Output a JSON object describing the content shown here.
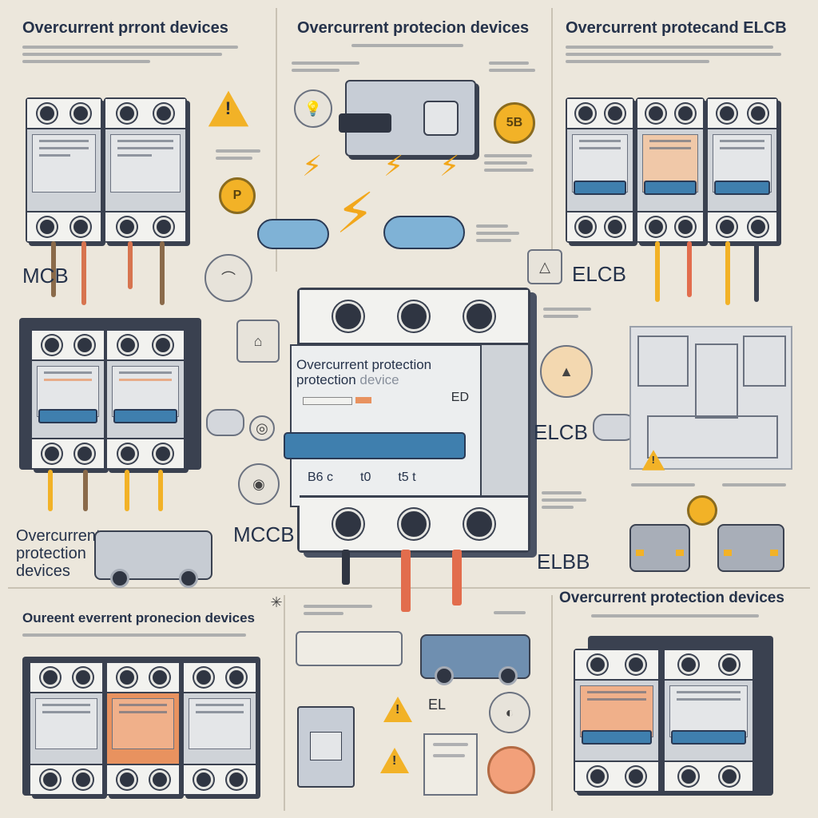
{
  "titles": {
    "top_left": "Overcurrent prront devices",
    "top_center": "Overcurrent protecion devices",
    "top_right": "Overcurrent protecand ELCB",
    "bottom_left": "Oureent everrent pronecion devices",
    "bottom_right": "Overcurrent protection devices",
    "left_panel": "Overcurrent protection devices"
  },
  "labels": {
    "mcb": "MCB",
    "mccb": "MCCB",
    "elcb_top": "ELCB",
    "elcb_mid": "ELCB",
    "elbb": "ELBB",
    "el": "EL"
  },
  "main_breaker": {
    "face_text": "Overcurrent protection protection",
    "face_text_suffix": "device",
    "rating_code": "ED",
    "bottom_code_left": "B6 c",
    "bottom_code_mid": "t0",
    "bottom_code_right": "t5 t"
  },
  "coins": {
    "top_center_coin": "5B",
    "left_coin": "P"
  },
  "colors": {
    "background": "#ece7dc",
    "breaker_blue": "#3f7fae",
    "warning_yellow": "#f2b227",
    "accent_orange": "#e8925f",
    "wire_red": "#e26d4d"
  },
  "icons": [
    "warning-icon",
    "lightning-icon",
    "cloud-icon",
    "lightbulb-icon",
    "coin-icon",
    "van-icon",
    "car-icon",
    "fuse-icon"
  ]
}
